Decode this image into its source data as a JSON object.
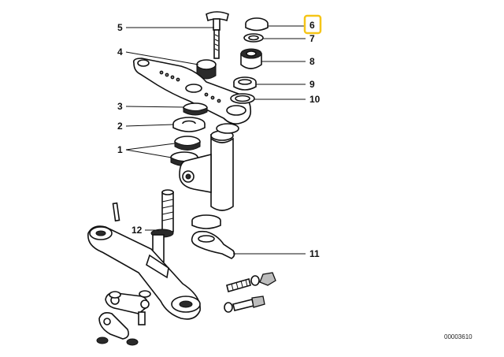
{
  "callouts": {
    "c1": "1",
    "c2": "2",
    "c3": "3",
    "c4": "4",
    "c5": "5",
    "c6": "6",
    "c7": "7",
    "c8": "8",
    "c9": "9",
    "c10": "10",
    "c11": "11",
    "c12": "12"
  },
  "highlighted_callout": "6",
  "highlight_color": "#f5c518",
  "diagram_ref": "00003610"
}
